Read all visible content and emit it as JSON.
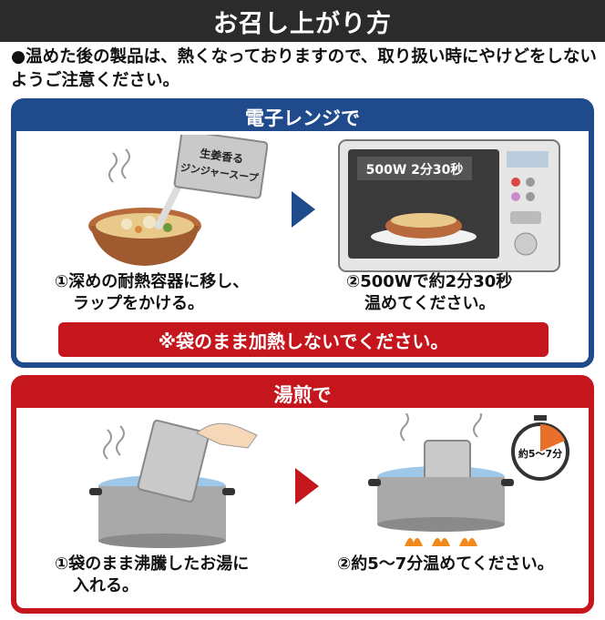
{
  "header": {
    "title": "お召し上がり方"
  },
  "notice": {
    "text": "●温めた後の製品は、熱くなっておりますので、取り扱い時にやけどをしないようご注意ください。"
  },
  "microwave": {
    "heading": "電子レンジで",
    "pouch_label_line1": "生姜香る",
    "pouch_label_line2": "ジンジャースープ",
    "display_text": "500W 2分30秒",
    "step1_line1": "①深めの耐熱容器に移し、",
    "step1_line2": "ラップをかける。",
    "step2_line1": "②500Wで約2分30秒",
    "step2_line2": "温めてください。",
    "warning": "※袋のまま加熱しないでください。"
  },
  "boil": {
    "heading": "湯煎で",
    "timer_text": "約5〜7分",
    "step1_line1": "①袋のまま沸騰したお湯に",
    "step1_line2": "入れる。",
    "step2_line1": "②約5〜7分温めてください。"
  },
  "colors": {
    "blue": "#1f4a8c",
    "red": "#c4161c",
    "dark": "#2b2b2b"
  }
}
